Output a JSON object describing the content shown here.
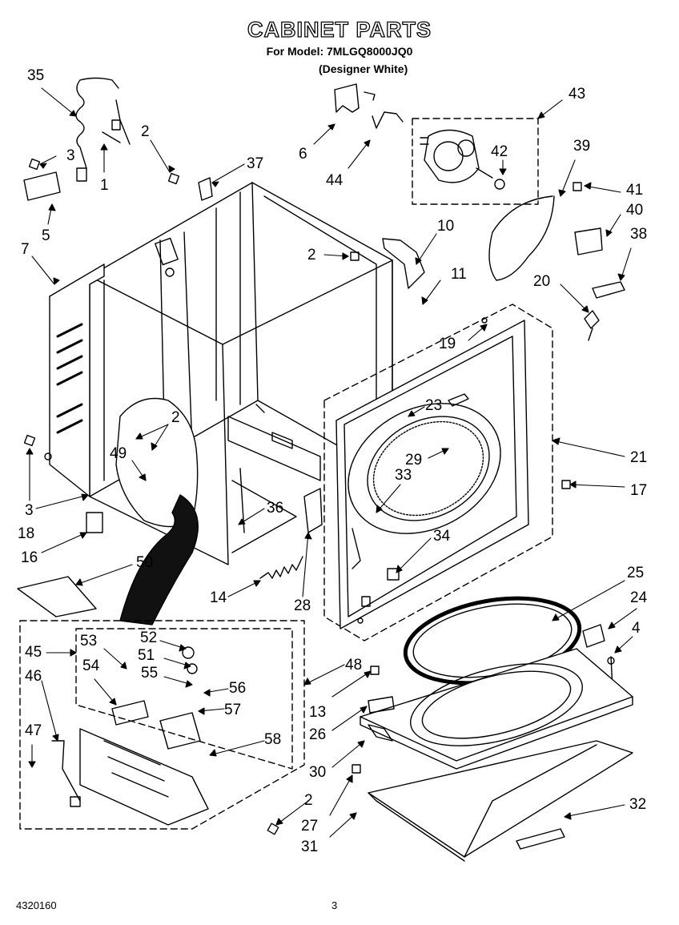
{
  "header": {
    "title": "CABINET PARTS",
    "model": "For Model: 7MLGQ8000JQ0",
    "variant": "(Designer White)"
  },
  "footer": {
    "doc_number": "4320160",
    "page_number": "3"
  },
  "callouts": [
    {
      "id": "c35",
      "label": "35"
    },
    {
      "id": "c3a",
      "label": "3"
    },
    {
      "id": "c1",
      "label": "1"
    },
    {
      "id": "c2a",
      "label": "2"
    },
    {
      "id": "c37",
      "label": "37"
    },
    {
      "id": "c5",
      "label": "5"
    },
    {
      "id": "c7",
      "label": "7"
    },
    {
      "id": "c6",
      "label": "6"
    },
    {
      "id": "c44",
      "label": "44"
    },
    {
      "id": "c43",
      "label": "43"
    },
    {
      "id": "c42",
      "label": "42"
    },
    {
      "id": "c39",
      "label": "39"
    },
    {
      "id": "c41",
      "label": "41"
    },
    {
      "id": "c40",
      "label": "40"
    },
    {
      "id": "c38",
      "label": "38"
    },
    {
      "id": "c10",
      "label": "10"
    },
    {
      "id": "c2b",
      "label": "2"
    },
    {
      "id": "c11",
      "label": "11"
    },
    {
      "id": "c20",
      "label": "20"
    },
    {
      "id": "c19",
      "label": "19"
    },
    {
      "id": "c23",
      "label": "23"
    },
    {
      "id": "c29",
      "label": "29"
    },
    {
      "id": "c21",
      "label": "21"
    },
    {
      "id": "c33",
      "label": "33"
    },
    {
      "id": "c17",
      "label": "17"
    },
    {
      "id": "c2c",
      "label": "2"
    },
    {
      "id": "c49",
      "label": "49"
    },
    {
      "id": "c3b",
      "label": "3"
    },
    {
      "id": "c18",
      "label": "18"
    },
    {
      "id": "c16",
      "label": "16"
    },
    {
      "id": "c36",
      "label": "36"
    },
    {
      "id": "c34",
      "label": "34"
    },
    {
      "id": "c50",
      "label": "50"
    },
    {
      "id": "c14",
      "label": "14"
    },
    {
      "id": "c28",
      "label": "28"
    },
    {
      "id": "c25",
      "label": "25"
    },
    {
      "id": "c24",
      "label": "24"
    },
    {
      "id": "c4",
      "label": "4"
    },
    {
      "id": "c45",
      "label": "45"
    },
    {
      "id": "c53",
      "label": "53"
    },
    {
      "id": "c52",
      "label": "52"
    },
    {
      "id": "c51",
      "label": "51"
    },
    {
      "id": "c55",
      "label": "55"
    },
    {
      "id": "c56",
      "label": "56"
    },
    {
      "id": "c57",
      "label": "57"
    },
    {
      "id": "c46",
      "label": "46"
    },
    {
      "id": "c54",
      "label": "54"
    },
    {
      "id": "c48",
      "label": "48"
    },
    {
      "id": "c13",
      "label": "13"
    },
    {
      "id": "c26",
      "label": "26"
    },
    {
      "id": "c58",
      "label": "58"
    },
    {
      "id": "c47",
      "label": "47"
    },
    {
      "id": "c30",
      "label": "30"
    },
    {
      "id": "c2d",
      "label": "2"
    },
    {
      "id": "c32",
      "label": "32"
    },
    {
      "id": "c27",
      "label": "27"
    },
    {
      "id": "c31",
      "label": "31"
    }
  ]
}
